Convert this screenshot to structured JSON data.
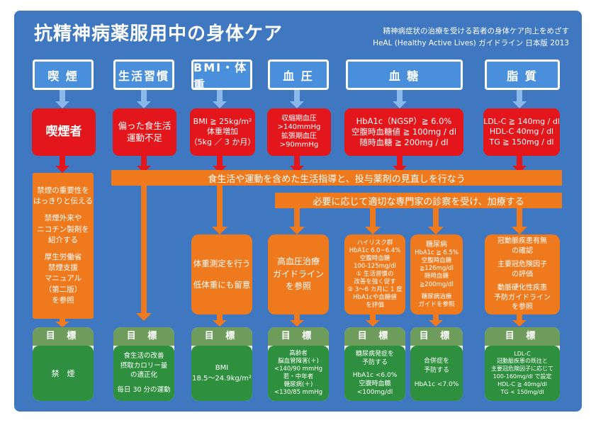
{
  "title": "抗精神病薬服用中の身体ケア",
  "subtitle_line1": "精神病症状の治療を受ける若者の身体ケア向上をめざす",
  "subtitle_line2": "HeAL (Healthy Active Lives) ガイドライン 日本版 2013",
  "categories": [
    "喫 煙",
    "生活習慣",
    "BMI・体重",
    "血 圧",
    "血 糖",
    "脂 質"
  ],
  "risk_factors": {
    "smoking": [
      "喫煙者"
    ],
    "lifestyle": [
      "偏った食生活",
      "運動不足"
    ],
    "bmi": [
      "BMI ≧ 25kg/m²",
      "体重増加",
      "（5kg ／ 3 か月）"
    ],
    "bp": [
      "収縮期血圧",
      ">140mmHg",
      "拡張期血圧",
      ">90mmHg"
    ],
    "glucose": [
      "HbA1c（NGSP）≧ 6.0%",
      "空腹時血糖値 ≧ 100mg / dl",
      "随時血糖 ≧ 200mg / dl"
    ],
    "lipid": [
      "LDL-C ≧ 140mg / dl",
      "HDL-C 40mg / dl",
      "TG ≧ 150mg / dl"
    ]
  },
  "bars": {
    "guidance": "食生活や運動を含めた生活指導と、投与薬剤の見直しを行なう",
    "specialist": "必要に応じて適切な専門家の診察を受け、加療する"
  },
  "actions": {
    "smoking": [
      "禁煙の重要性を",
      "はっきりと伝える",
      "",
      "禁煙外来や",
      "ニコチン製剤を",
      "紹介する",
      "",
      "厚生労働省",
      "禁煙支援",
      "マニュアル",
      "（第二版）",
      "を参照"
    ],
    "bmi": [
      "体重測定を行う",
      "",
      "低体重にも留意"
    ],
    "bp": [
      "高血圧治療",
      "ガイドライン",
      "を参照"
    ],
    "glucose_high_risk": [
      "ハイリスク群",
      "HbA1c 6.0~6.4%",
      "空腹時血糖",
      "100-125mg/dl",
      "① 生活習慣の",
      "改善を強く促す",
      "② 3～6 カ月に 1 度",
      "HbA1cや血糖値",
      "を評価"
    ],
    "diabetes": [
      "糖尿病",
      "HbA1c ≧ 6.5%",
      "空腹時血糖",
      "≧126mg/dl",
      "随時血糖",
      "≧200mg/dl",
      "",
      "糖尿病治療",
      "ガイドを参照"
    ],
    "lipid": [
      "冠動脈疾患有無",
      "の確認",
      "",
      "主要冠危険因子",
      "の評価",
      "",
      "動脈硬化性疾患",
      "予防ガイドライン",
      "を参照"
    ]
  },
  "goal_label": "目 標",
  "goals": {
    "smoking": [
      "禁　煙"
    ],
    "lifestyle": [
      "食生活の改善",
      "摂取カロリー量",
      "の適正化",
      "",
      "毎日 30 分の運動"
    ],
    "bmi": [
      "BMI",
      "18.5～24.9kg/m²"
    ],
    "bp": [
      "高齢者",
      "脳血管障害(＋)",
      "<140/90 mmHg",
      "若・中年者",
      "糖尿病(＋)",
      "<130/85 mmHg"
    ],
    "glucose_high_risk": [
      "糖尿病発症を",
      "予防する",
      "",
      "HbA1c <6.0%",
      "空腹時血糖",
      "<100mg/dl"
    ],
    "diabetes": [
      "合併症を",
      "予防する",
      "",
      "HbA1c <7.0%"
    ],
    "lipid": [
      "LDL-C",
      "冠動脈疾患の既往と",
      "主要冠危険因子に応じて",
      "100-160mg/dl で設定",
      "HDL-C ≧ 40mg/dl",
      "TG < 150mg/dl"
    ]
  },
  "colors": {
    "frame": "#3f78c0",
    "header": "#4a8fdb",
    "risk": "#e3161c",
    "action": "#ef7a1e",
    "goal_head": "#6e9c5c",
    "goal_body": "#2e8f3e"
  }
}
